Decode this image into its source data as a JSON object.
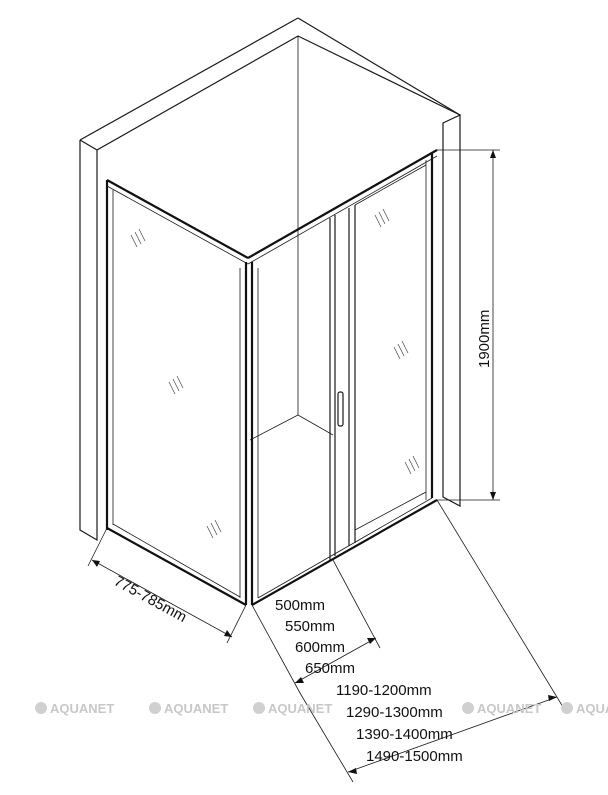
{
  "dimensions": {
    "height": "1900mm",
    "side_width": "775-785mm",
    "fixed_panel_widths": [
      "500mm",
      "550mm",
      "600mm",
      "650mm"
    ],
    "front_widths": [
      "1190-1200mm",
      "1290-1300mm",
      "1390-1400mm",
      "1490-1500mm"
    ]
  },
  "watermark": {
    "text": "AQUANET"
  }
}
